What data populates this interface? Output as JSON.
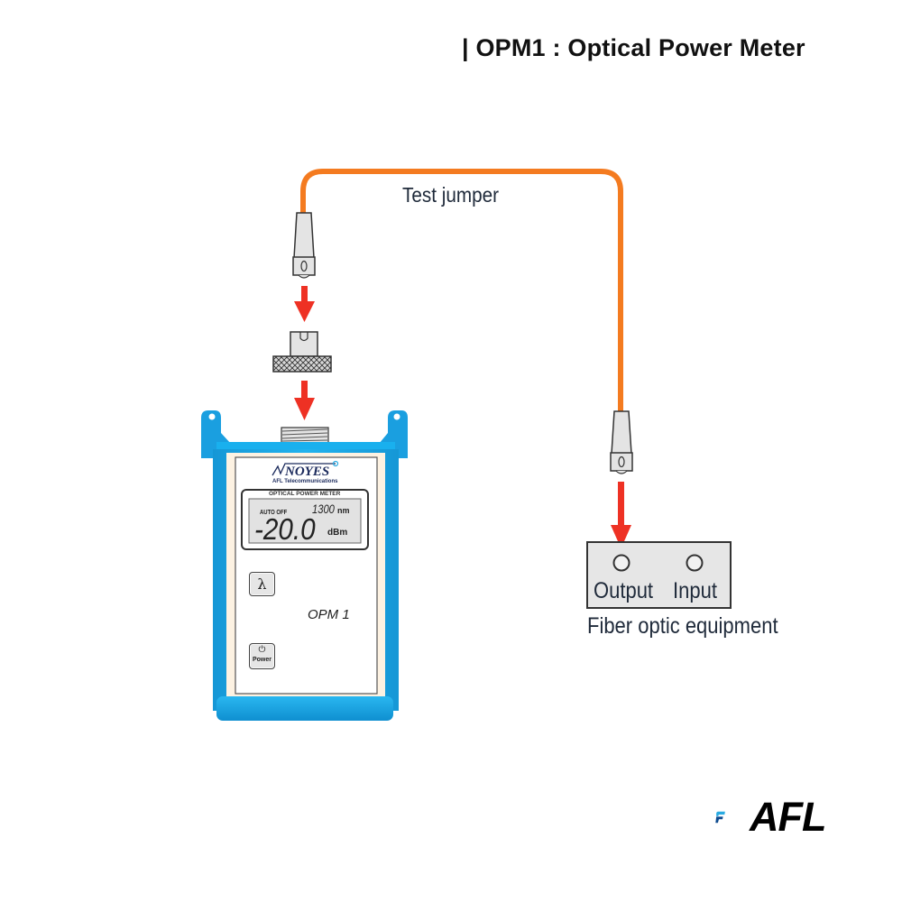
{
  "title": "| OPM1 : Optical Power Meter",
  "diagram": {
    "jumper_label": "Test jumper",
    "cable_color": "#f47b20",
    "arrow_color": "#ee3124",
    "device": {
      "brand": "NOYES",
      "brand_subtitle": "AFL Telecommunications",
      "display_title": "OPTICAL POWER METER",
      "auto_off": "AUTO OFF",
      "wavelength_value": "1300",
      "wavelength_unit": "nm",
      "reading_value": "-20.0",
      "reading_unit": "dBm",
      "wavelength_button": "λ",
      "power_button_glyph": "⏻",
      "power_button_label": "Power",
      "model_label": "OPM 1",
      "body_color": "#19a9e6"
    },
    "equipment": {
      "caption": "Fiber optic equipment",
      "ports": [
        {
          "label": "Output"
        },
        {
          "label": "Input"
        }
      ]
    }
  },
  "logo": {
    "text": "AFL",
    "mark_light": "#29abe2",
    "mark_dark": "#0d4a8f"
  }
}
